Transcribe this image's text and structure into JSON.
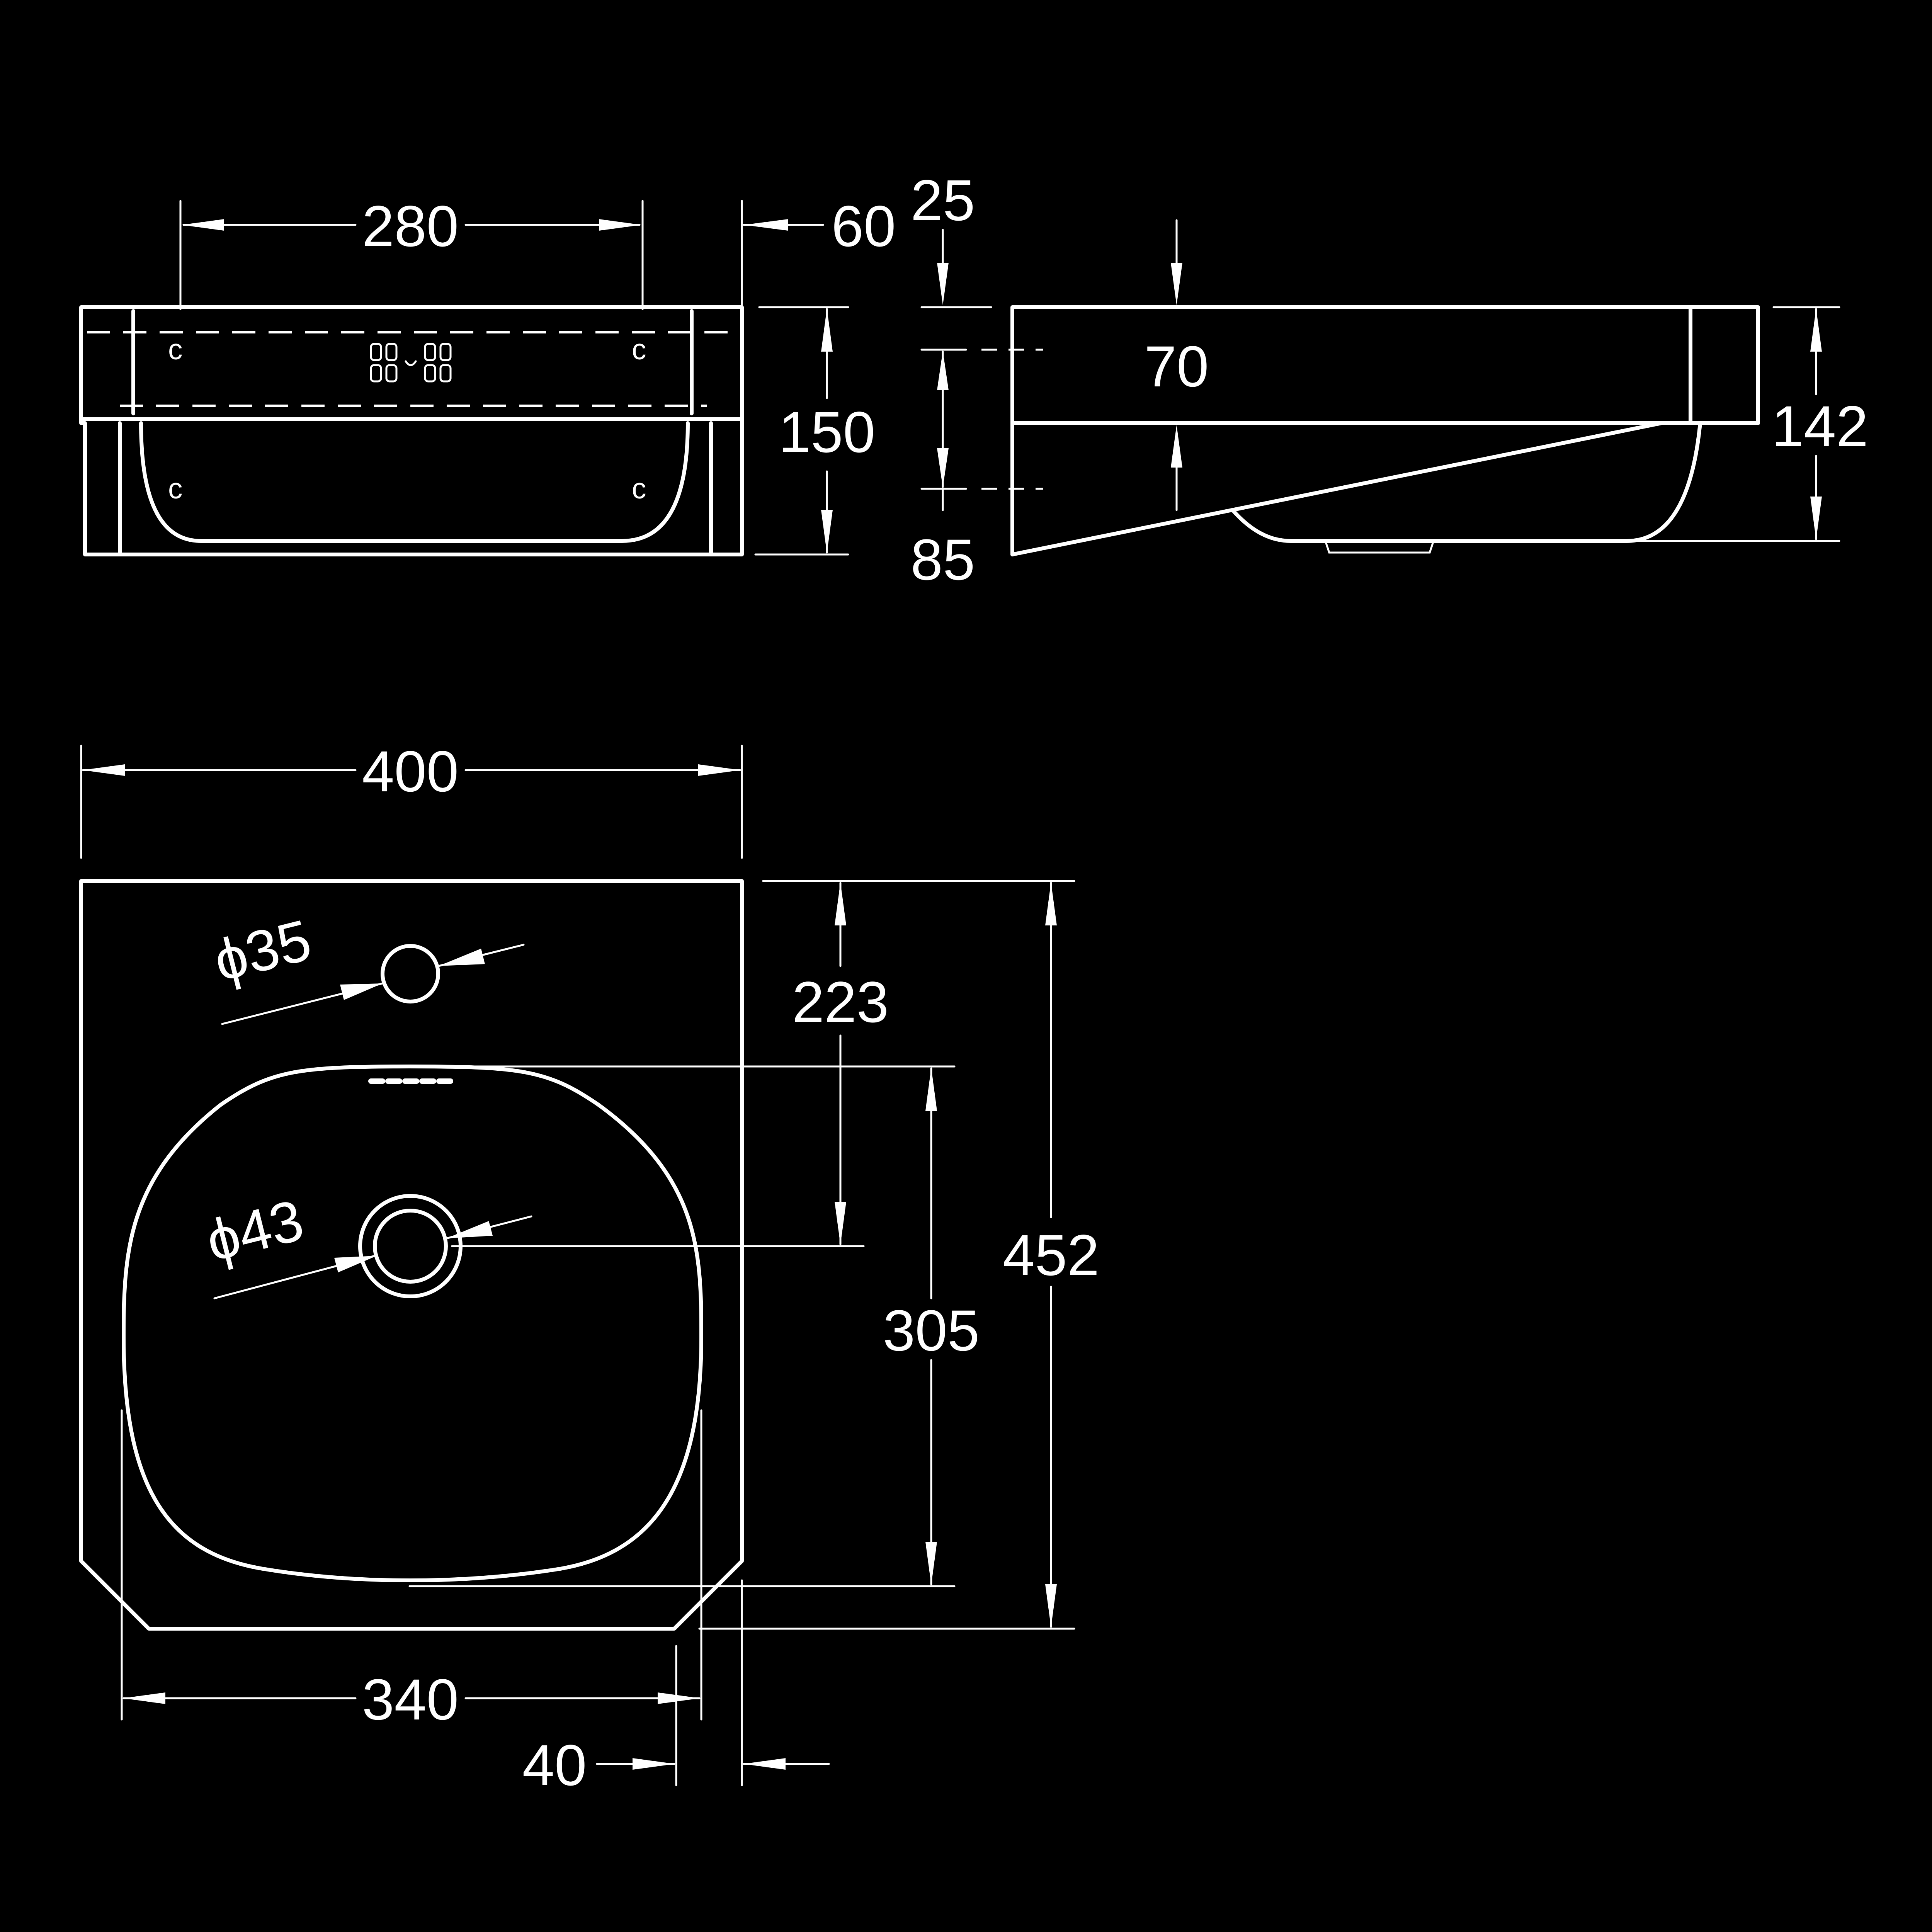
{
  "dimensions": {
    "front_hole_spacing": "280",
    "front_side": "60",
    "front_height": "150",
    "side_top_offset": "25",
    "side_upper_depth": "70",
    "side_lower_depth": "85",
    "side_total_height": "142",
    "top_width": "400",
    "top_to_drain": "223",
    "bowl_length": "305",
    "overall_length": "452",
    "bowl_width": "340",
    "chamfer": "40"
  },
  "labels": {
    "tap_hole_diameter": "ϕ35",
    "drain_diameter": "ϕ43"
  },
  "colors": {
    "background": "#000000",
    "line": "#ffffff"
  }
}
